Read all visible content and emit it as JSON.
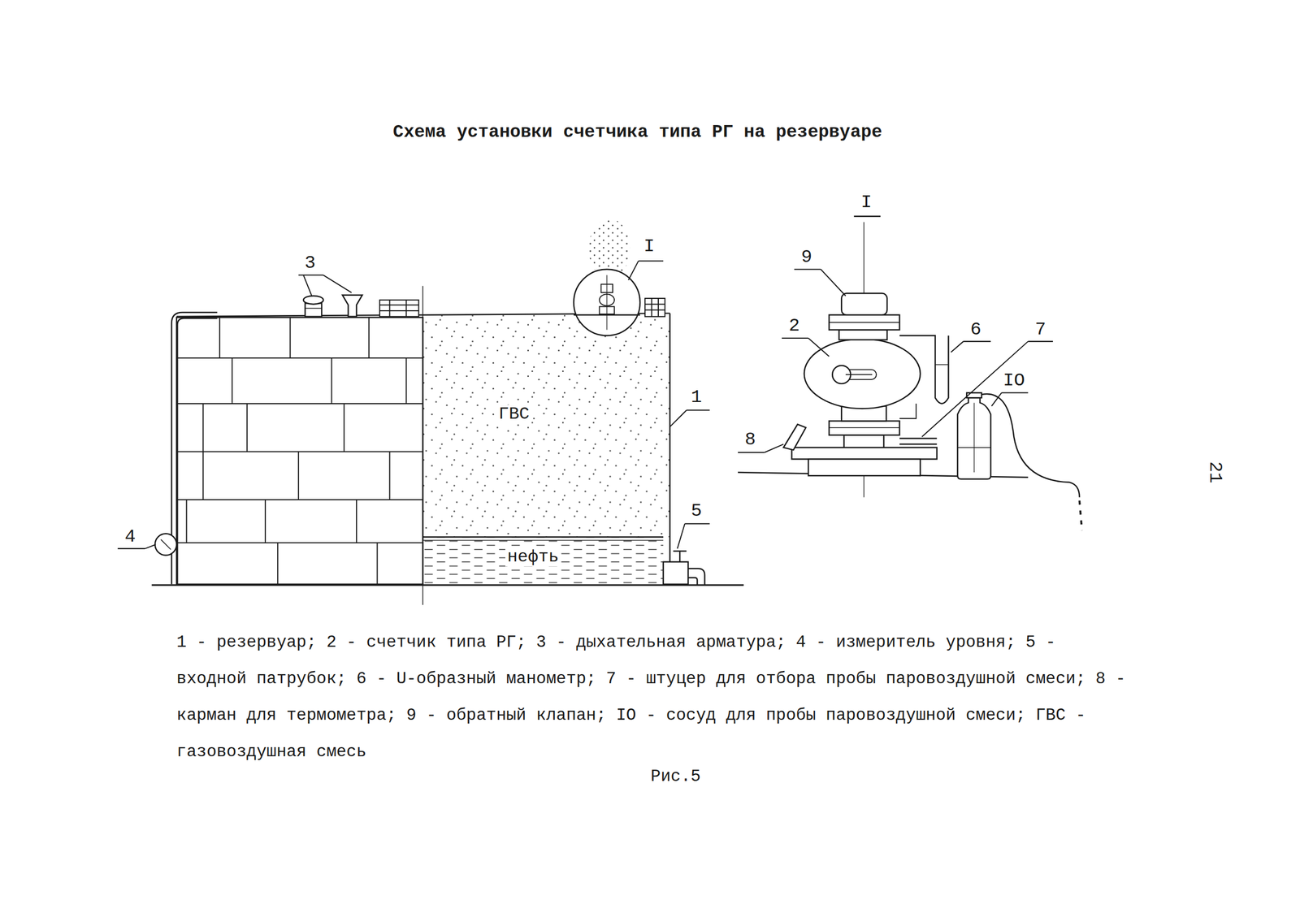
{
  "diagram": {
    "title": "Схема установки счетчика типа РГ на резервуаре",
    "caption": "Рис.5",
    "nodes": [
      {
        "text": [
          "ГВС"
        ]
      },
      {
        "text": [
          "нефть"
        ]
      }
    ],
    "labels": [
      "3",
      "I",
      "1",
      "4",
      "5",
      "I",
      "9",
      "2",
      "6",
      "7",
      "8",
      "IO",
      "21",
      "1 - резервуар; 2 - счетчик типа РГ; 3 - дыхательная арматура; 4 - измеритель уровня; 5 - входной патрубок; 6 - U-образный манометр; 7 - штуцер для отбора пробы паровоздушной смеси; 8 - карман для термометра; 9 - обратный клапан; IO - сосуд для пробы паровоздушной смеси; ГВС - газовоздушная смесь"
    ]
  }
}
